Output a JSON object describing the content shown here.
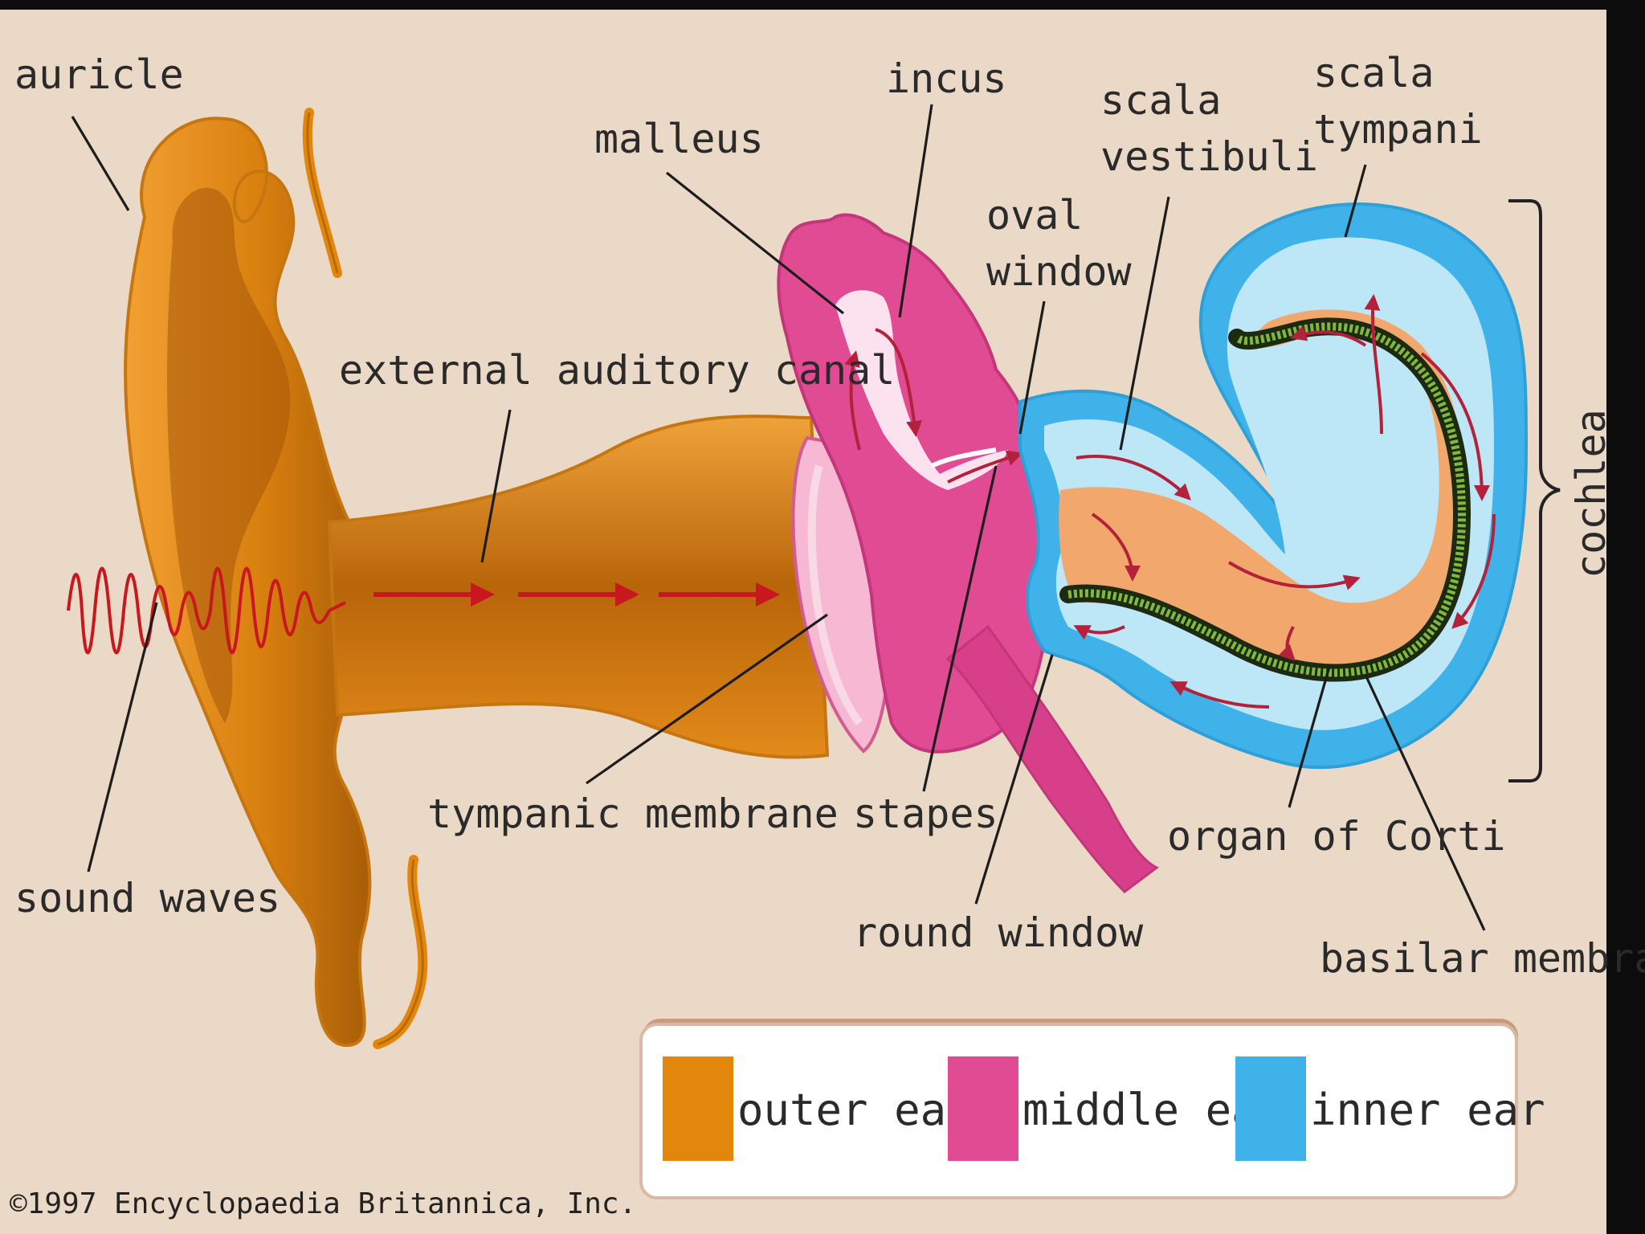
{
  "colors": {
    "background": "#ead9c6",
    "outer_ear": "#e3860c",
    "middle_ear": "#e04b93",
    "inner_ear": "#3fb2ea",
    "frame": "#0c0c0c"
  },
  "labels": {
    "auricle": "auricle",
    "malleus": "malleus",
    "incus": "incus",
    "scala_vestibuli": [
      "scala",
      "vestibuli"
    ],
    "scala_tympani": [
      "scala",
      "tympani"
    ],
    "oval_window": [
      "oval",
      "window"
    ],
    "external_auditory_canal": "external auditory canal",
    "tympanic_membrane": "tympanic membrane",
    "stapes": "stapes",
    "organ_of_corti": "organ of Corti",
    "sound_waves": "sound waves",
    "round_window": "round window",
    "basilar_membrane": "basilar membrane",
    "cochlea": "cochlea"
  },
  "legend": [
    {
      "label": "outer ear",
      "color": "#e3860c"
    },
    {
      "label": "middle ear",
      "color": "#e04b93"
    },
    {
      "label": "inner ear",
      "color": "#3fb2ea"
    }
  ],
  "copyright": "©1997 Encyclopaedia Britannica, Inc."
}
